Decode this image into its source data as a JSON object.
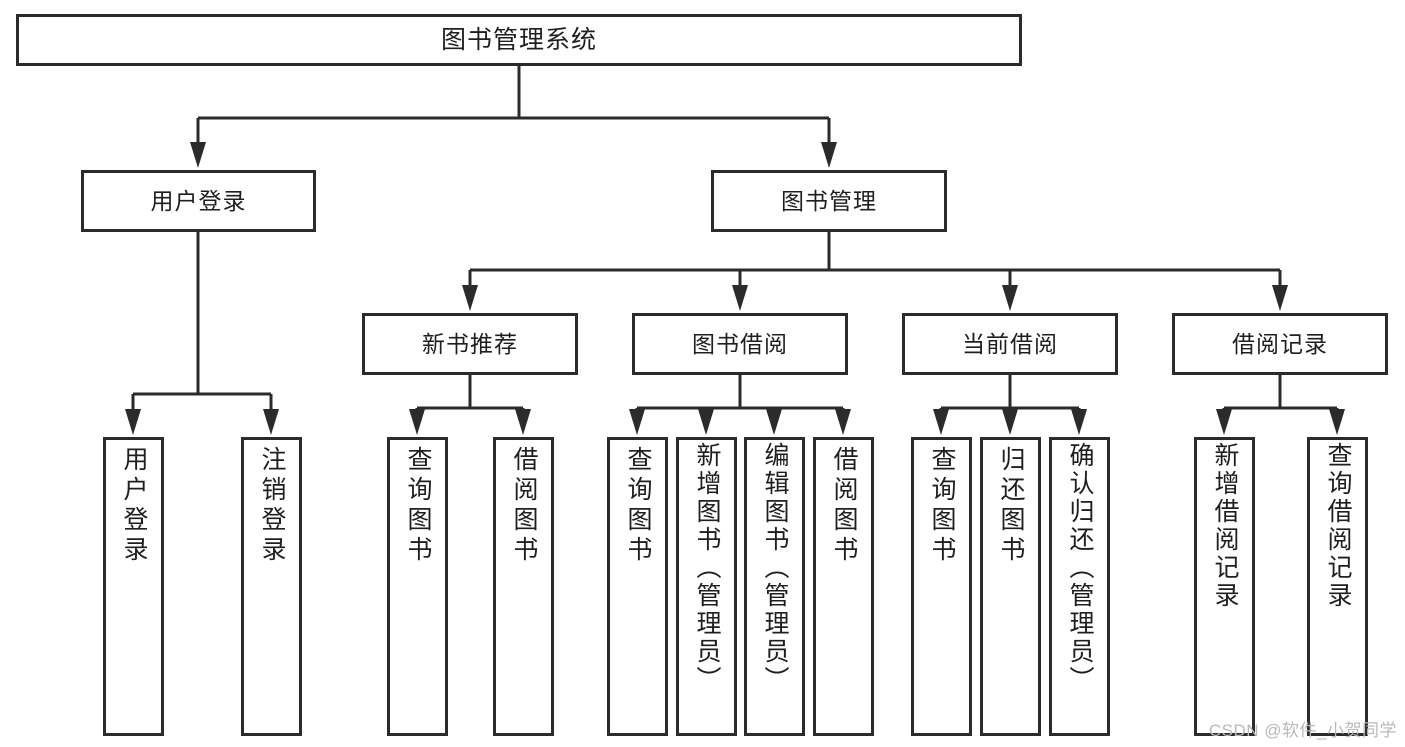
{
  "diagram": {
    "title": "图书管理系统",
    "type": "hierarchy-tree",
    "watermark": "CSDN @软件_小贺同学",
    "colors": {
      "line": "#2b2b2b",
      "box_border": "#2b2b2b",
      "box_fill": "#ffffff",
      "text": "#1f1f1f",
      "watermark": "#b9b9b9",
      "background": "#ffffff"
    },
    "root": {
      "label": "图书管理系统"
    },
    "level2": [
      {
        "label": "用户登录"
      },
      {
        "label": "图书管理"
      }
    ],
    "level3": [
      {
        "label": "新书推荐"
      },
      {
        "label": "图书借阅"
      },
      {
        "label": "当前借阅"
      },
      {
        "label": "借阅记录"
      }
    ],
    "leaves": {
      "user_login": [
        {
          "label": "用户登录"
        },
        {
          "label": "注销登录"
        }
      ],
      "new_book_recommend": [
        {
          "label": "查询图书"
        },
        {
          "label": "借阅图书"
        }
      ],
      "book_borrow": [
        {
          "label": "查询图书"
        },
        {
          "label": "新增图书（管理员）"
        },
        {
          "label": "编辑图书（管理员）"
        },
        {
          "label": "借阅图书"
        }
      ],
      "current_borrow": [
        {
          "label": "查询图书"
        },
        {
          "label": "归还图书"
        },
        {
          "label": "确认归还（管理员）"
        }
      ],
      "borrow_record": [
        {
          "label": "新增借阅记录"
        },
        {
          "label": "查询借阅记录"
        }
      ]
    }
  }
}
